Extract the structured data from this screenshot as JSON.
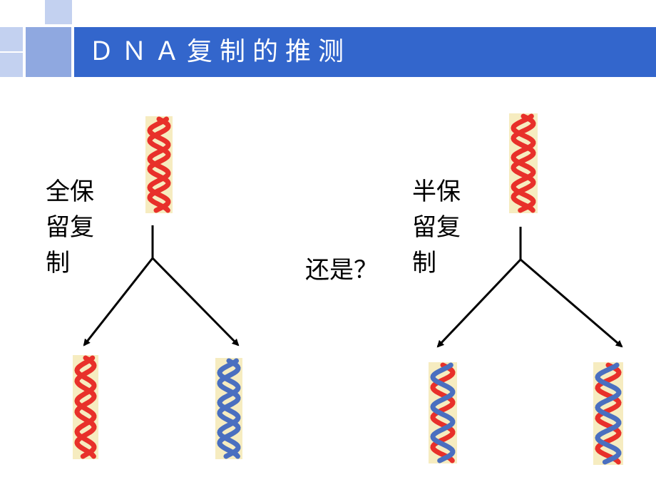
{
  "slide": {
    "title": "ＤＮＡ复制的推测"
  },
  "left_scheme": {
    "label_line1": "全保",
    "label_line2": "留复",
    "label_line3": "制"
  },
  "right_scheme": {
    "label_line1": "半保",
    "label_line2": "留复",
    "label_line3": "制"
  },
  "middle_text": "还是？",
  "colors": {
    "title_bar": "#3366cc",
    "deco_light": "#c3d1f0",
    "deco_mid": "#8fa8e0",
    "old_strand": "#e8302a",
    "new_strand": "#4a6fc0",
    "helix_background": "#f6ecc0",
    "arrow": "#000000"
  }
}
